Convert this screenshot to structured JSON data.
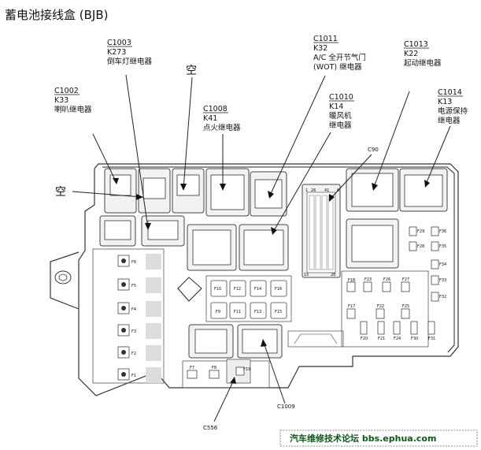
{
  "title": "蓄电池接线盒 (BJB)",
  "connectors": {
    "c1003": {
      "code": "C1003",
      "part": "K273",
      "desc": "倒车灯继电器"
    },
    "c1002": {
      "code": "C1002",
      "part": "K33",
      "desc": "喇叭继电器"
    },
    "c1008": {
      "code": "C1008",
      "part": "K41",
      "desc": "点火继电器"
    },
    "c1011": {
      "code": "C1011",
      "part": "K32",
      "desc1": "A/C 全开节气门",
      "desc2": "(WOT) 继电器"
    },
    "c1010": {
      "code": "C1010",
      "part": "K14",
      "desc1": "暖风机",
      "desc2": "继电器"
    },
    "c1013": {
      "code": "C1013",
      "part": "K22",
      "desc": "起动继电器"
    },
    "c1014": {
      "code": "C1014",
      "part": "K13",
      "desc1": "电源保持",
      "desc2": "继电器"
    }
  },
  "labels": {
    "empty_top": "空",
    "empty_left": "空",
    "c90": "C90",
    "c556": "C556",
    "c1009": "C1009"
  },
  "fuses": {
    "left_column": [
      "F6",
      "F5",
      "F4",
      "F3",
      "F2",
      "F1"
    ],
    "center_row1": [
      "F10",
      "F12",
      "F14",
      "F16"
    ],
    "center_row2": [
      "F9",
      "F11",
      "F13",
      "F15"
    ],
    "bottom": [
      "F7",
      "F8",
      "F19"
    ],
    "right_row1": [
      "F18",
      "F23",
      "F26",
      "F27"
    ],
    "right_row2": [
      "F17",
      "F22",
      "F25"
    ],
    "right_row3": [
      "F20",
      "F21",
      "F24",
      "F30",
      "F31"
    ],
    "right_col": [
      "F29",
      "F36",
      "F28",
      "F35",
      "F34",
      "F33",
      "F32"
    ]
  },
  "c90_pins": {
    "top_left": "1",
    "top_mid1": "26",
    "top_mid2": "41",
    "top_right": "6",
    "bottom_left": "15",
    "bottom_right": "28"
  },
  "watermark": {
    "text": "汽车维修技术论坛 bbs.ephua.com",
    "color": "#0b5a12"
  }
}
